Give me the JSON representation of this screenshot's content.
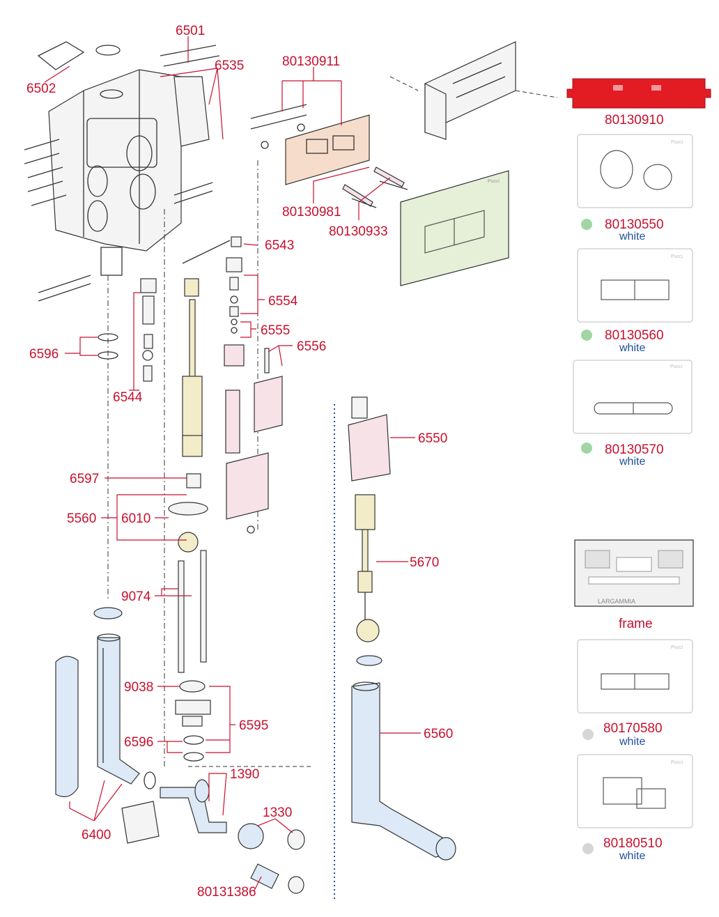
{
  "labels": {
    "l6501": "6501",
    "l6502": "6502",
    "l6535": "6535",
    "l80130911": "80130911",
    "l80130981": "80130981",
    "l80130933": "80130933",
    "l6543": "6543",
    "l6554": "6554",
    "l6555": "6555",
    "l6556": "6556",
    "l6596a": "6596",
    "l6544": "6544",
    "l6597": "6597",
    "l5560": "5560",
    "l6010": "6010",
    "l9074": "9074",
    "l9038": "9038",
    "l6595": "6595",
    "l6596b": "6596",
    "l1390": "1390",
    "l1330": "1330",
    "l6400": "6400",
    "l80131386": "80131386",
    "l6550": "6550",
    "l5670": "5670",
    "l6560": "6560"
  },
  "products": [
    {
      "code": "80130910",
      "color_name": "",
      "dot": ""
    },
    {
      "code": "80130550",
      "color_name": "white",
      "dot": "#9fd6a4"
    },
    {
      "code": "80130560",
      "color_name": "white",
      "dot": "#9fd6a4"
    },
    {
      "code": "80130570",
      "color_name": "white",
      "dot": "#9fd6a4"
    },
    {
      "code": "frame",
      "color_name": "",
      "dot": ""
    },
    {
      "code": "80170580",
      "color_name": "white",
      "dot": "#d6d6d6"
    },
    {
      "code": "80180510",
      "color_name": "white",
      "dot": "#d6d6d6"
    }
  ],
  "brand": {
    "logo": "Pucci",
    "frame_print": "LARGAMMIA",
    "plate_red_fill": "#e31b23"
  },
  "colors": {
    "label": "#c8102e",
    "color_name": "#1f4e9c"
  }
}
